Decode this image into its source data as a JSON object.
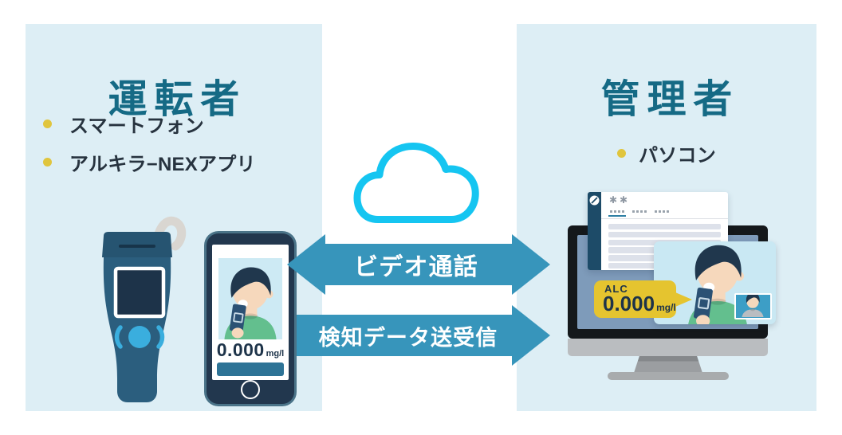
{
  "diagram": {
    "driver_panel": {
      "title": "運転者",
      "equipment": [
        {
          "label": "スマートフォン"
        },
        {
          "label": "アルキラ−NEXアプリ"
        }
      ],
      "phone_display": {
        "value": "0.000",
        "unit": "mg/l"
      }
    },
    "manager_panel": {
      "title": "管理者",
      "equipment": [
        {
          "label": "パソコン"
        }
      ],
      "browser_window": {
        "masked_title": "✱✱"
      },
      "alc_bubble": {
        "label": "ALC",
        "value": "0.000",
        "unit": "mg/l"
      }
    },
    "connections": {
      "cloud_icon": "cloud-outline-icon",
      "arrows": [
        {
          "label": "ビデオ通話",
          "direction": "bidirectional"
        },
        {
          "label": "検知データ送受信",
          "direction": "left-to-right"
        }
      ]
    },
    "colors": {
      "panel_background": "#ddeef5",
      "heading_teal": "#156a85",
      "body_text": "#27333f",
      "bullet_yellow": "#e0c53d",
      "arrow_blue": "#3795bb",
      "cloud_cyan": "#15c5f1",
      "bubble_yellow": "#e5c42f",
      "device_navy": "#22374e",
      "device_steel_blue": "#2b5e7e",
      "accent_light_blue": "#3aaede",
      "sweater_green": "#63bf8e"
    }
  }
}
